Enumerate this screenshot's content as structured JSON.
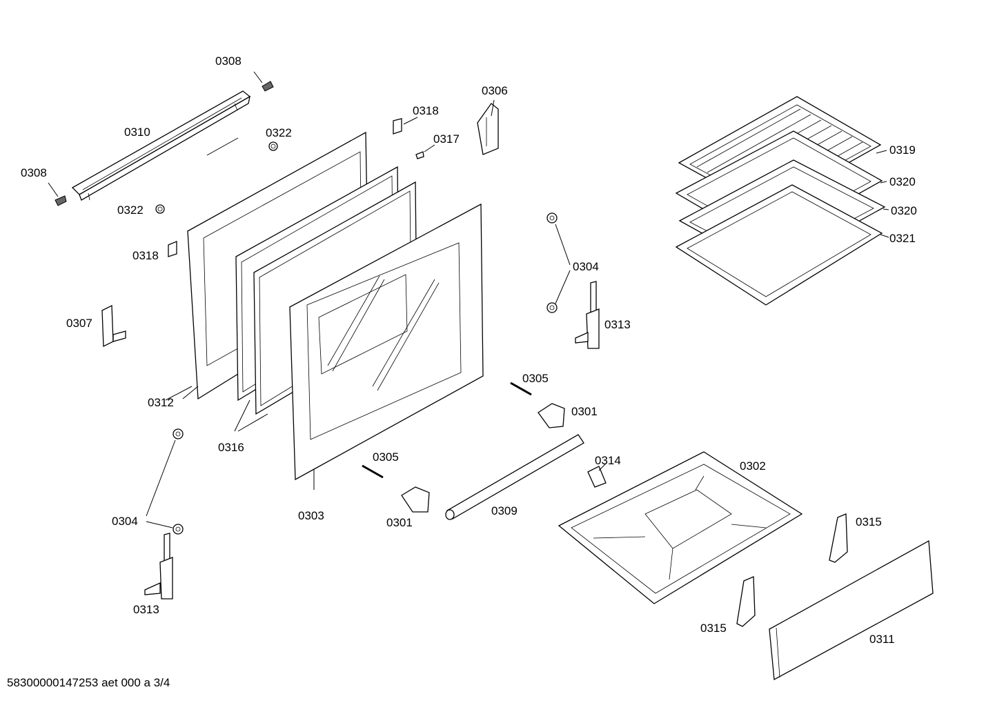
{
  "labels": {
    "p0308a": "0308",
    "p0308b": "0308",
    "p0310": "0310",
    "p0322a": "0322",
    "p0322b": "0322",
    "p0318a": "0318",
    "p0318b": "0318",
    "p0317": "0317",
    "p0306": "0306",
    "p0319": "0319",
    "p0320a": "0320",
    "p0320b": "0320",
    "p0321": "0321",
    "p0304a": "0304",
    "p0304b": "0304",
    "p0313a": "0313",
    "p0313b": "0313",
    "p0307": "0307",
    "p0312": "0312",
    "p0316": "0316",
    "p0305a": "0305",
    "p0305b": "0305",
    "p0301a": "0301",
    "p0301b": "0301",
    "p0314": "0314",
    "p0302": "0302",
    "p0303": "0303",
    "p0309": "0309",
    "p0315a": "0315",
    "p0315b": "0315",
    "p0311": "0311"
  },
  "footer": "58300000147253 aet 000 a 3/4"
}
